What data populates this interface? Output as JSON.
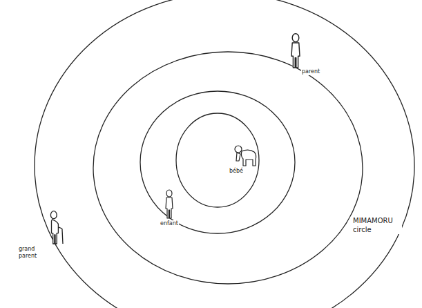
{
  "diagram": {
    "labels": [
      "bébé",
      "enfant",
      "parent",
      "grand parent",
      "MIMAMORU circle"
    ]
  }
}
